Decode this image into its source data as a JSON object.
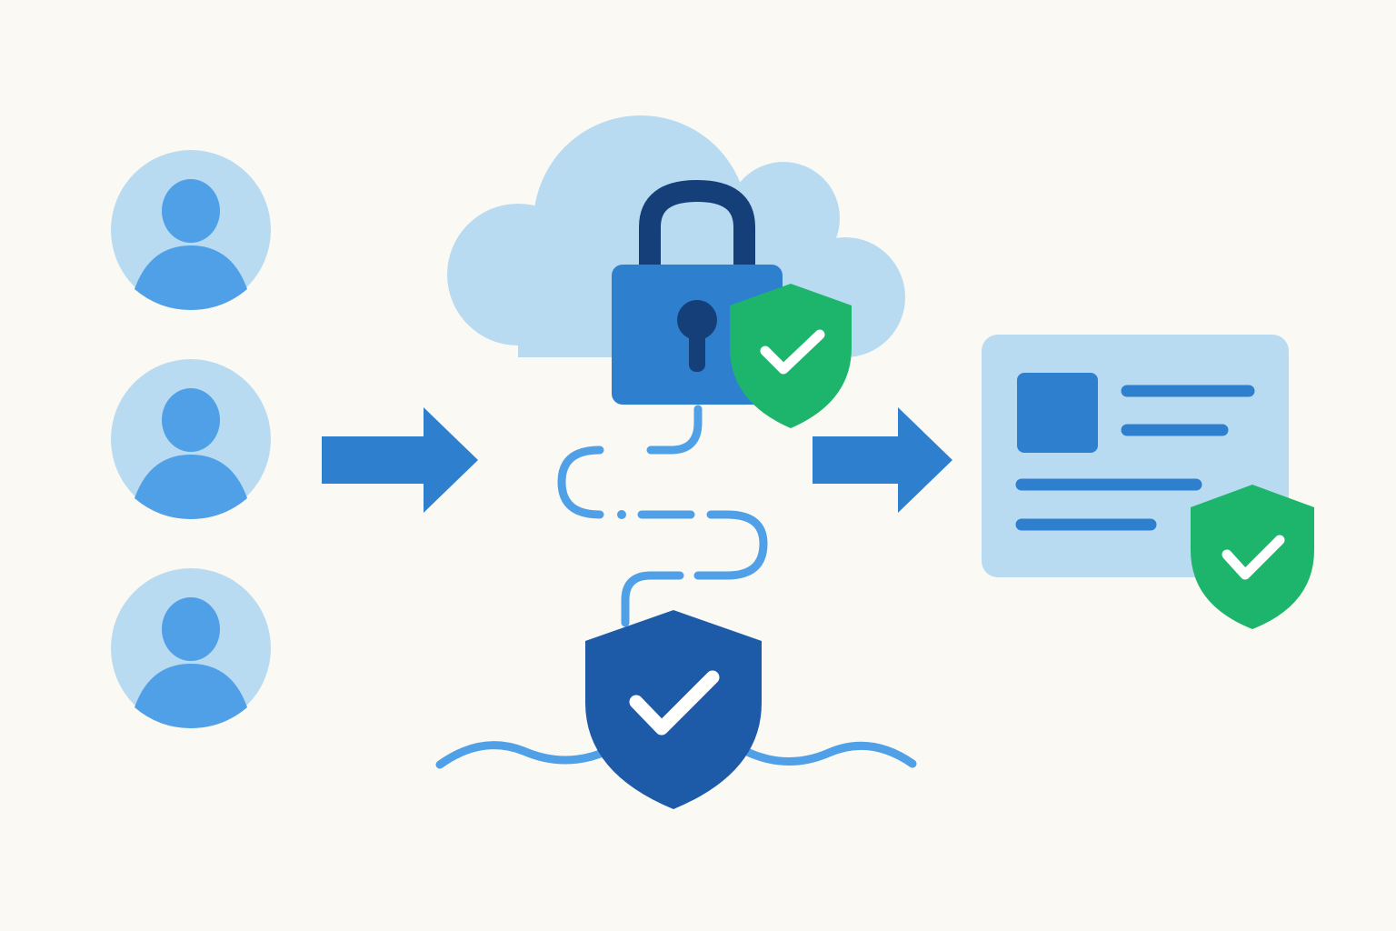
{
  "colors": {
    "background": "#fbf9f4",
    "light_blue": "#b9dbf2",
    "mid_blue": "#4fa0e6",
    "blue": "#2f7fcf",
    "dark_blue": "#1d5ba8",
    "navy": "#153f78",
    "green": "#1db56c",
    "white": "#ffffff"
  },
  "icons": [
    "user-icon",
    "right-arrow-icon",
    "cloud-icon",
    "padlock-icon",
    "shield-check-icon",
    "dashed-connection-line",
    "wave-line",
    "document-card-icon"
  ],
  "users": [
    {
      "role": "user"
    },
    {
      "role": "user"
    },
    {
      "role": "user"
    }
  ]
}
